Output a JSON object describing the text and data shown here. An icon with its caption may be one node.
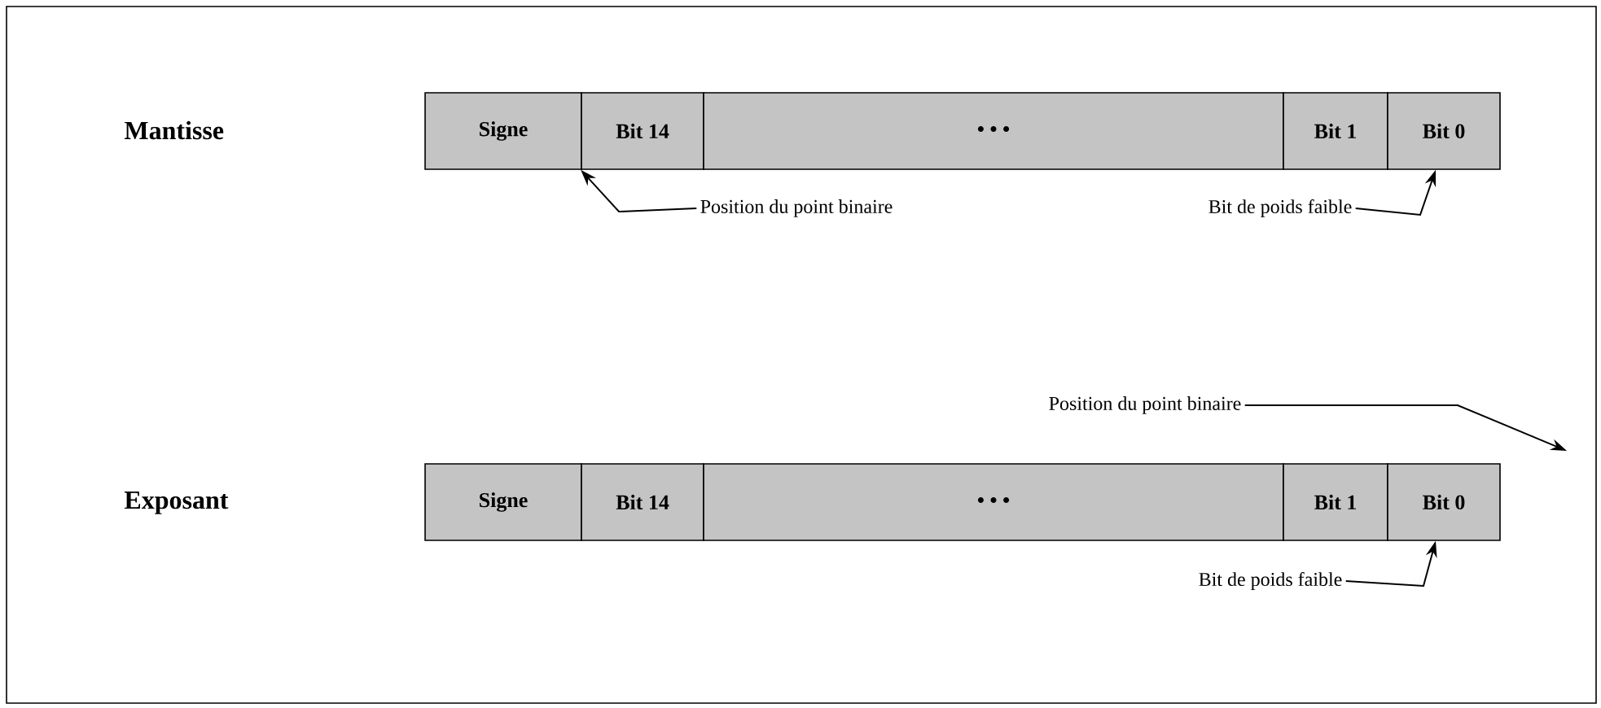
{
  "diagram": {
    "nodes": [
      {
        "text": [
          "Signe"
        ]
      },
      {
        "text": [
          "Bit 14"
        ]
      },
      {
        "text": [
          "• • •"
        ]
      },
      {
        "text": [
          "Bit 1"
        ]
      },
      {
        "text": [
          "Bit 0"
        ]
      },
      {
        "text": [
          "Position du point binaire"
        ]
      },
      {
        "text": [
          "Bit de poids faible"
        ]
      },
      {
        "text": [
          "Position du point binaire"
        ]
      },
      {
        "text": [
          "Signe"
        ]
      },
      {
        "text": [
          "Bit 14"
        ]
      },
      {
        "text": [
          "• • •"
        ]
      },
      {
        "text": [
          "Bit 1"
        ]
      },
      {
        "text": [
          "Bit 0"
        ]
      },
      {
        "text": [
          "Bit de poids faible"
        ]
      }
    ],
    "edges": [
      {
        "from": 5,
        "to": 1,
        "arrow": "to"
      },
      {
        "from": 6,
        "to": 4,
        "arrow": "to"
      },
      {
        "from": 7,
        "to": null,
        "arrow": "to"
      },
      {
        "from": 13,
        "to": 12,
        "arrow": "to"
      }
    ],
    "labels": [
      "Mantisse",
      "Exposant"
    ]
  }
}
